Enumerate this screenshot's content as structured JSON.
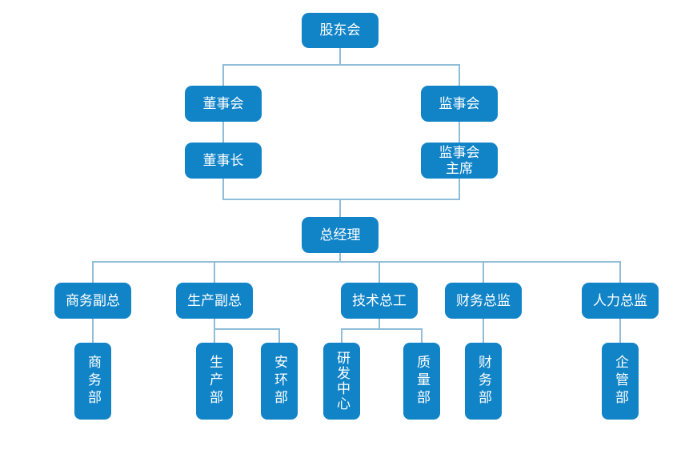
{
  "diagram": {
    "type": "org-chart",
    "colors": {
      "node_fill": "#1184c8",
      "node_text": "#ffffff",
      "connector": "#8fbdda",
      "background": "#ffffff"
    },
    "nodes": {
      "shareholders_meeting": "股东会",
      "board_of_directors": "董事会",
      "supervisory_board": "监事会",
      "chairman": "董事长",
      "supervisory_chairman": "监事会\n主席",
      "general_manager": "总经理",
      "vp_business": "商务副总",
      "vp_production": "生产副总",
      "chief_engineer": "技术总工",
      "finance_director": "财务总监",
      "hr_director": "人力总监",
      "dept_business": "商务部",
      "dept_production": "生产部",
      "dept_safety_env": "安环部",
      "rd_center": "研发中心",
      "dept_quality": "质量部",
      "dept_finance": "财务部",
      "dept_enterprise_mgmt": "企管部"
    },
    "edges": [
      [
        "股东会",
        "董事会"
      ],
      [
        "股东会",
        "监事会"
      ],
      [
        "董事会",
        "董事长"
      ],
      [
        "监事会",
        "监事会主席"
      ],
      [
        "董事长",
        "总经理"
      ],
      [
        "监事会主席",
        "总经理"
      ],
      [
        "总经理",
        "商务副总"
      ],
      [
        "总经理",
        "生产副总"
      ],
      [
        "总经理",
        "技术总工"
      ],
      [
        "总经理",
        "财务总监"
      ],
      [
        "总经理",
        "人力总监"
      ],
      [
        "商务副总",
        "商务部"
      ],
      [
        "生产副总",
        "生产部"
      ],
      [
        "生产副总",
        "安环部"
      ],
      [
        "技术总工",
        "研发中心"
      ],
      [
        "技术总工",
        "质量部"
      ],
      [
        "财务总监",
        "财务部"
      ],
      [
        "人力总监",
        "企管部"
      ]
    ]
  }
}
